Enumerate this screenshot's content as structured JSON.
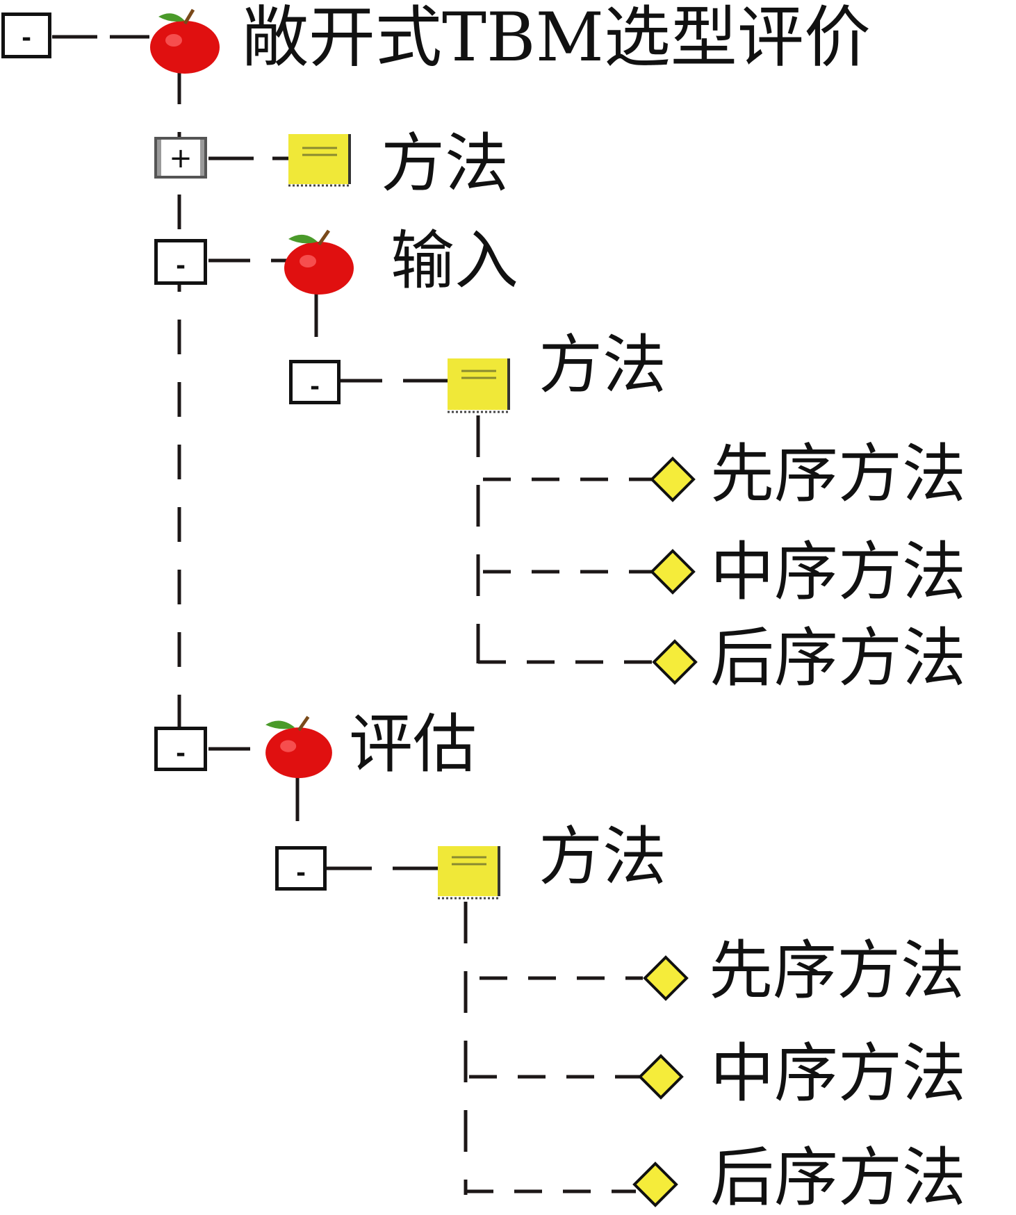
{
  "tree": {
    "root": {
      "label": "敞开式TBM选型评价",
      "toggle": "-",
      "icon": "apple-icon"
    },
    "nodes": [
      {
        "label": "方法",
        "toggle": "+",
        "icon": "document-icon",
        "expanded": false
      },
      {
        "label": "输入",
        "toggle": "-",
        "icon": "apple-icon",
        "expanded": true,
        "child": {
          "label": "方法",
          "toggle": "-",
          "icon": "document-icon",
          "leaves": [
            {
              "label": "先序方法",
              "icon": "diamond-icon"
            },
            {
              "label": "中序方法",
              "icon": "diamond-icon"
            },
            {
              "label": "后序方法",
              "icon": "diamond-icon"
            }
          ]
        }
      },
      {
        "label": "评估",
        "toggle": "-",
        "icon": "apple-icon",
        "expanded": true,
        "child": {
          "label": "方法",
          "toggle": "-",
          "icon": "document-icon",
          "leaves": [
            {
              "label": "先序方法",
              "icon": "diamond-icon"
            },
            {
              "label": "中序方法",
              "icon": "diamond-icon"
            },
            {
              "label": "后序方法",
              "icon": "diamond-icon"
            }
          ]
        }
      }
    ]
  },
  "colors": {
    "line": "#1c1717",
    "apple_red": "#e01010",
    "leaf_green": "#4a9a2a",
    "folder_yellow": "#f0e838",
    "diamond_yellow": "#f5ec3a"
  }
}
